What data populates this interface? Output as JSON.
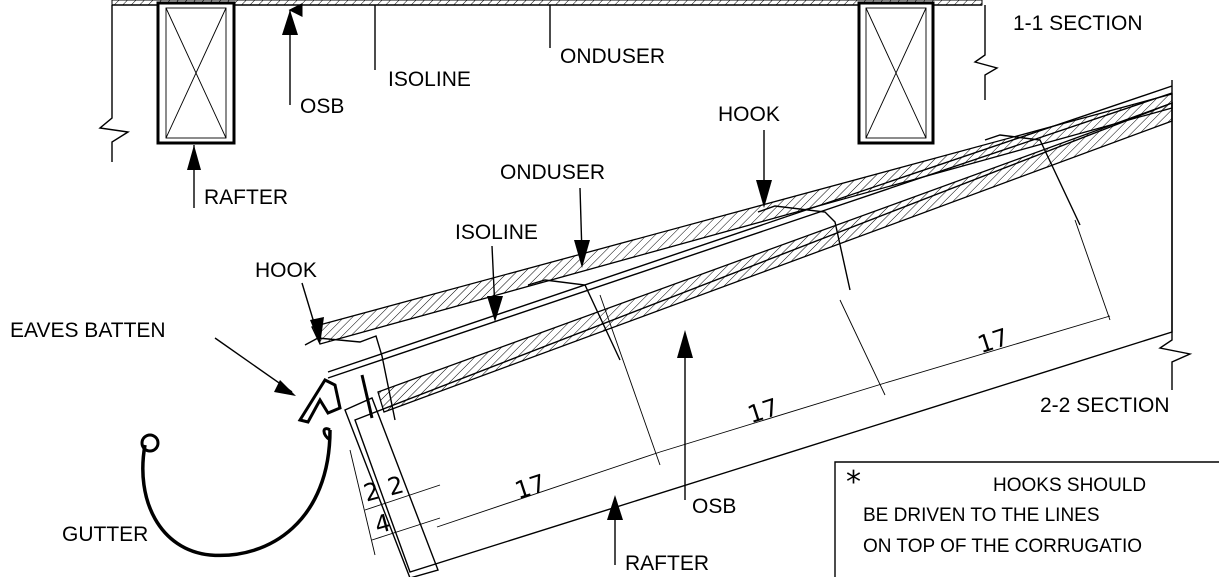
{
  "labels": {
    "section_1_1": "1-1 SECTION",
    "section_2_2": "2-2 SECTION",
    "top_osb": "OSB",
    "top_isoline": "ISOLINE",
    "top_onduser": "ONDUSER",
    "top_rafter": "RAFTER",
    "hook_upper": "HOOK",
    "hook_lower": "HOOK",
    "onduser": "ONDUSER",
    "isoline": "ISOLINE",
    "eaves_batten": "EAVES BATTEN",
    "gutter": "GUTTER",
    "osb": "OSB",
    "rafter": "RAFTER"
  },
  "dimensions": {
    "d1": "17",
    "d2": "17",
    "d3": "17",
    "d4": "2",
    "d5": "2",
    "d6": "4"
  },
  "note": {
    "marker": "*",
    "line1": "HOOKS SHOULD",
    "line2": "BE DRIVEN TO THE LINES",
    "line3": "ON TOP OF THE CORRUGATIO"
  }
}
